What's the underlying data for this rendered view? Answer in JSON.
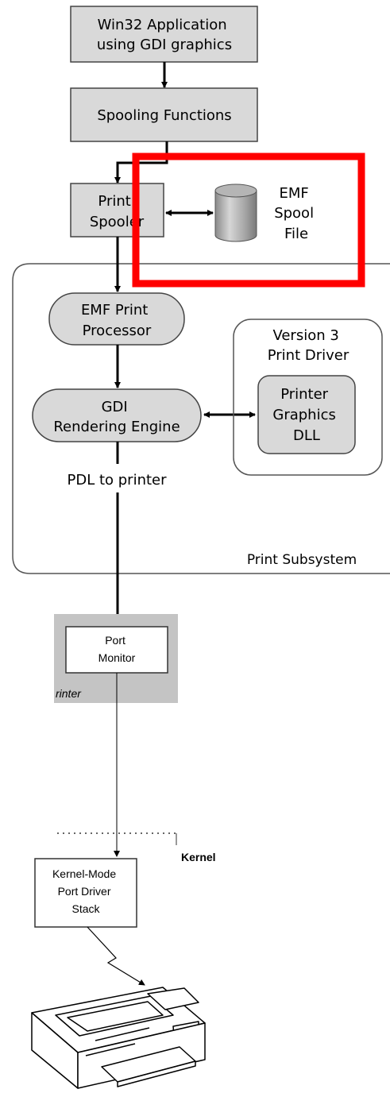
{
  "nodes": {
    "win32_app": [
      "Win32 Application",
      "using GDI graphics"
    ],
    "spooling_functions": [
      "Spooling Functions"
    ],
    "print_spooler": [
      "Print",
      "Spooler"
    ],
    "emf_spool_file": [
      "EMF",
      "Spool",
      "File"
    ],
    "emf_print_processor": [
      "EMF Print",
      "Processor"
    ],
    "gdi_rendering_engine": [
      "GDI",
      "Rendering Engine"
    ],
    "print_driver": [
      "Version 3",
      "Print Driver"
    ],
    "printer_graphics_dll": [
      "Printer",
      "Graphics",
      "DLL"
    ],
    "port_monitor": [
      "Port",
      "Monitor"
    ],
    "kernel_port_driver": [
      "Kernel-Mode",
      "Port Driver",
      "Stack"
    ]
  },
  "labels": {
    "pdl_to_printer": "PDL to printer",
    "print_subsystem": "Print Subsystem",
    "printer_fragment": "rinter",
    "kernel_fragment": "Kernel"
  },
  "colors": {
    "box_fill": "#d9d9d9",
    "highlight": "#ff0000",
    "port_band": "#c4c4c4"
  },
  "icons": {
    "cylinder": "database-cylinder-icon",
    "printer": "printer-device-icon"
  }
}
